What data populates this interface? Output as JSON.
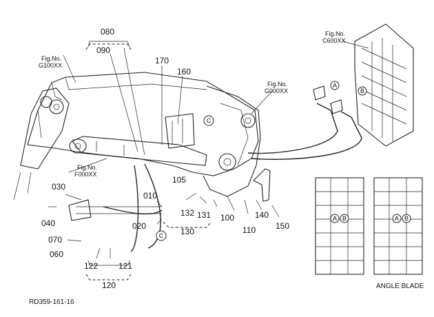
{
  "diagram": {
    "code": "RD359-161-16",
    "callouts": [
      "080",
      "090",
      "170",
      "160",
      "030",
      "040",
      "070",
      "060",
      "010",
      "020",
      "105",
      "132",
      "131",
      "130",
      "100",
      "110",
      "140",
      "150",
      "122",
      "121",
      "120"
    ],
    "fig_refs": [
      {
        "line1": "Fig.No.",
        "line2": "G100XX"
      },
      {
        "line1": "Fig.No.",
        "line2": "F000XX"
      },
      {
        "line1": "Fig.No.",
        "line2": "G000XX"
      },
      {
        "line1": "Fig.No.",
        "line2": "C600XX"
      }
    ],
    "circle_labels": [
      "A",
      "B",
      "C"
    ],
    "angle_blade_caption": "ANGLE BLADE"
  }
}
